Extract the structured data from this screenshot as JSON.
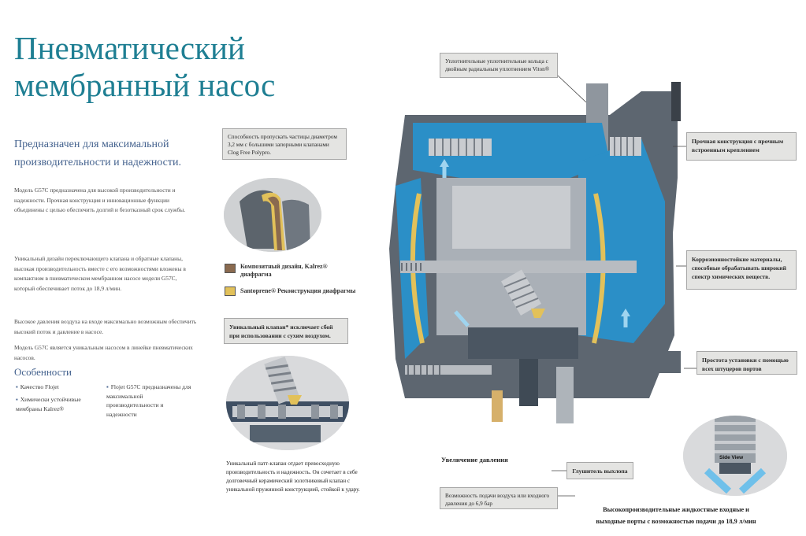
{
  "title": {
    "line1": "Пневматический",
    "line2": "мембранный насос"
  },
  "intro": {
    "subtitle": "Предназначен для максимальной производительности и надежности.",
    "paragraphs": [
      "Модель G57C предназначена для высокой производительности и надежности. Прочная конструкция и инновационные функции объединены с целью обеспечить долгий и безотказный срок службы.",
      "Уникальный дизайн переключающего клапана и обратные клапаны, высокая производительность вместе с его возможностями вложены в компактном в пневматическом мембранном насосе модели G57C, который обеспечивает поток до 18,9 л/мин.",
      "Высокое давления воздуха на входе максимально возможным обеспечить высокий поток и давление в насосе.",
      "Модель G57C является уникальным насосом в линейке пневматических насосов."
    ]
  },
  "features": {
    "heading": "Особенности",
    "items": [
      "Качество Flojet",
      "Химически устойчивые мембраны Kalrez®",
      "Flojet G57C предназначены для максимальной производительности и надежности"
    ]
  },
  "callouts": {
    "particles": "Способность пропускать частицы диаметром 3,2 мм с большими запорными клапанами Clog Free Polypro.",
    "seals": "Уплотнительные уплотнительные кольца с двойным радиальным уплотнением Viton®",
    "construction": "Прочная конструкция с прочным встроенным креплением",
    "corrosion": "Коррозионностойкие материалы, способные обрабатывать широкий спектр химических веществ.",
    "valve": "Уникальный клапан* исключает сбой при использовании с сухим воздухом.",
    "ports_install": "Простота установки с помощью всех штуцеров портов",
    "muffler": "Глушитель выхлопа",
    "air_pressure": "Возможность подачи воздуха или входного давления до 6,9 бар",
    "pressure_increase": "Увеличение давления",
    "spool_valve": "Уникальный патт-клапан отдает превосходную производительность и надежность. Он сочетает в себе долговечный керамический золотниковый клапан с уникальной пружинной конструкцией, стойкой к удару.",
    "fluid_ports": "Высокопроизводительные жидкостные входные и выходные порты с возможностью подачи до 18,9 л/мин"
  },
  "legend": {
    "composite": "Композитный дизайн, Kalrez® диафрагма",
    "santoprene": "Santoprene® Реконструкция диафрагмы"
  },
  "inset_label": "Side View",
  "colors": {
    "title": "#1f7f93",
    "subtitle": "#44628e",
    "pump_blue": "#2b8fc7",
    "body_gray": "#6f7780",
    "composite_swatch": "#8a6a4f",
    "santoprene_swatch": "#e2c15a"
  }
}
